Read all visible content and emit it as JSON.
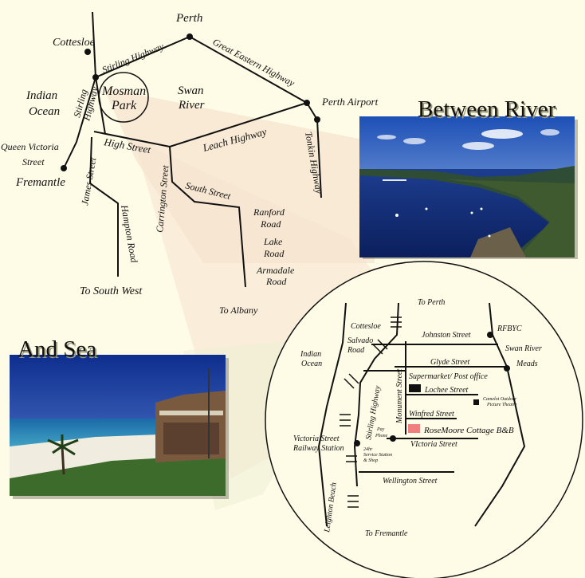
{
  "regional": {
    "perth": "Perth",
    "cottesloe": "Cottesloe",
    "stirling_highway_top": "Stirling Highway",
    "great_eastern_highway": "Great Eastern Highway",
    "indian": "Indian",
    "ocean": "Ocean",
    "stirling": "Stirling",
    "highway": "Highway",
    "mosman": "Mosman",
    "park": "Park",
    "swan": "Swan",
    "river": "River",
    "perth_airport": "Perth Airport",
    "queen_victoria": "Queen Victoria",
    "street": "Street",
    "fremantle": "Fremantle",
    "high_street": "High Street",
    "leach_highway": "Leach Highway",
    "tonkin_highway": "Tonkin Highway",
    "james_street": "James Street",
    "carrington_street": "Carrington Street",
    "south_street": "South Street",
    "hampton_road": "Hampton Road",
    "ranford": "Ranford",
    "road": "Road",
    "lake": "Lake",
    "armadale": "Armadale",
    "to_south_west": "To South West",
    "to_albany": "To Albany"
  },
  "local": {
    "to_perth": "To Perth",
    "cottesloe": "Cottesloe",
    "johnston_street": "Johnston Street",
    "rfbyc": "RFBYC",
    "salvado": "Salvado",
    "road": "Road",
    "indian": "Indian",
    "ocean": "Ocean",
    "swan_river": "Swan River",
    "meads": "Meads",
    "glyde_street": "Glyde Street",
    "supermarket": "Supermarket/ Post office",
    "lochee_street": "Lochee Street",
    "camelot_1": "Camelot Outdoor",
    "camelot_2": "Picture Theatre",
    "stirling_highway": "Stirling Highway",
    "monument_street": "Monument Street",
    "winfred_street": "Winfred Street",
    "pay": "Pay",
    "phone": "Phone",
    "rosemoore": "RoseMoore Cottage B&B",
    "victoria_street_station_1": "Victoria Street",
    "victoria_street_station_2": "Railway Station",
    "victoria_street": "VIctoria Street",
    "service_1": "24hr",
    "service_2": "Service Station",
    "service_3": "& Shop",
    "wellington_street": "Wellington Street",
    "leighton_beach": "Leighton Beach",
    "to_fremantle": "To Fremantle"
  },
  "headings": {
    "between_river": "Between River",
    "and_sea": "And Sea"
  },
  "colors": {
    "background": "#fefbe6",
    "highlight": "#f6e4cf",
    "rosemoore_marker": "#f08080"
  }
}
